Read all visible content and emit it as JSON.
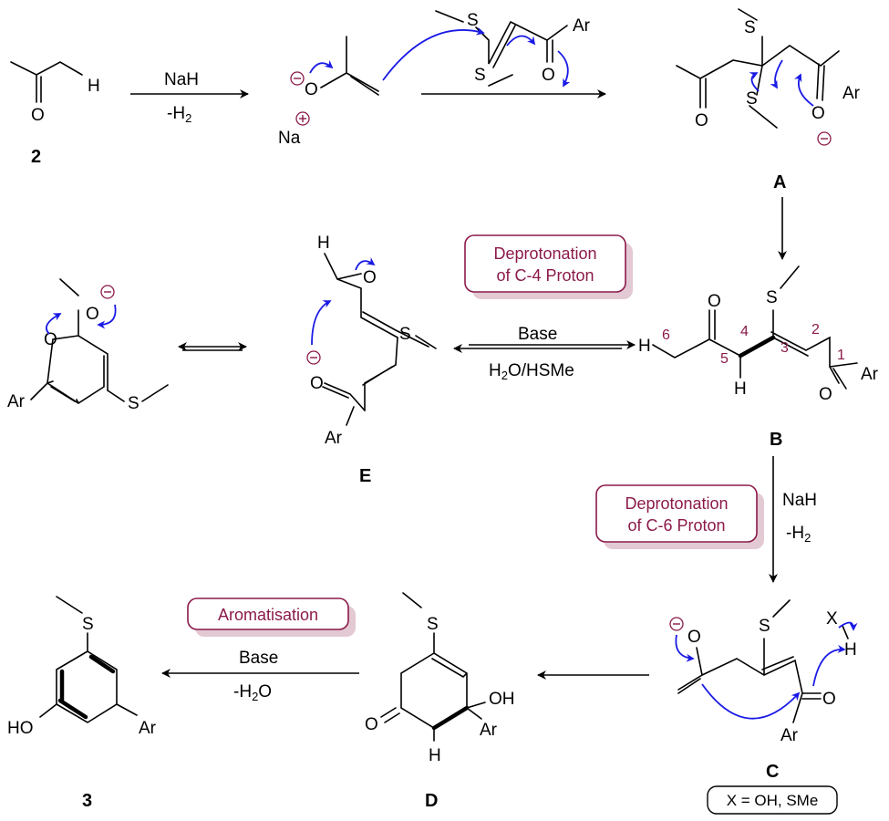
{
  "compounds": {
    "ketone": "2",
    "A": "A",
    "B": "B",
    "C": "C",
    "D": "D",
    "E": "E",
    "product": "3"
  },
  "conditions": {
    "step1_top": "NaH",
    "step1_bottom": "-H",
    "step1_bottom_sub": "2",
    "eq_top": "Base",
    "eq_bottom": "H",
    "eq_bottom_sub": "2",
    "eq_bottom_rest": "O/HSMe",
    "bc_top": "NaH",
    "bc_bottom": "-H",
    "bc_bottom_sub": "2",
    "d3_top": "Base",
    "d3_bottom": "-H",
    "d3_bottom_sub": "2",
    "d3_bottom_rest": "O"
  },
  "callouts": {
    "c4": [
      "Deprotonation",
      "of C-4 Proton"
    ],
    "c6": [
      "Deprotonation",
      "of C-6 Proton"
    ],
    "arom": "Aromatisation"
  },
  "note_x": "X = OH, SMe",
  "atom_labels": {
    "H": "H",
    "O": "O",
    "S": "S",
    "Ar": "Ar",
    "Na": "Na",
    "OH": "OH",
    "HO": "HO",
    "X": "X"
  },
  "numbering": [
    "1",
    "2",
    "3",
    "4",
    "5",
    "6"
  ],
  "colors": {
    "arrow_curved": "#1a1ae6",
    "callout_border": "#8b1a4a",
    "callout_shadow": "#e3c9d3",
    "charge": "#8b1a4a"
  }
}
